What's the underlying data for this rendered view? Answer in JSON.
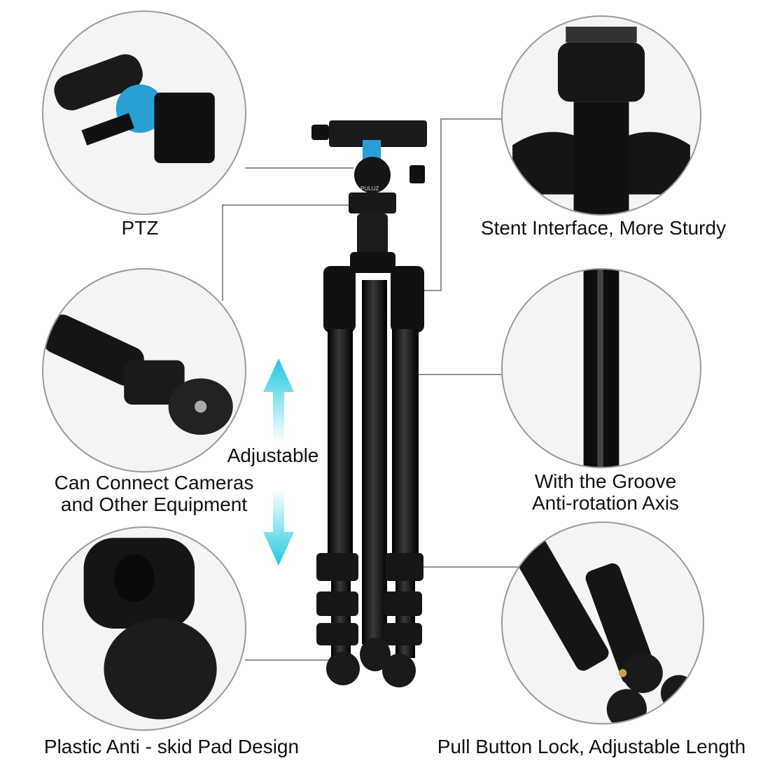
{
  "brand_logo": "PULUZ",
  "labels": {
    "ptz": "PTZ",
    "stent": "Stent Interface, More Sturdy",
    "connect_line1": "Can Connect Cameras",
    "connect_line2": "and Other Equipment",
    "adjustable": "Adjustable",
    "groove_line1": "With the Groove",
    "groove_line2": "Anti-rotation Axis",
    "pad": "Plastic Anti - skid Pad Design",
    "lock": "Pull Button Lock, Adjustable Length"
  },
  "colors": {
    "arrow": "#1ec8e0",
    "accent_blue": "#2a9fd6",
    "leader_line": "#6e6e6e",
    "product": "#111111"
  }
}
